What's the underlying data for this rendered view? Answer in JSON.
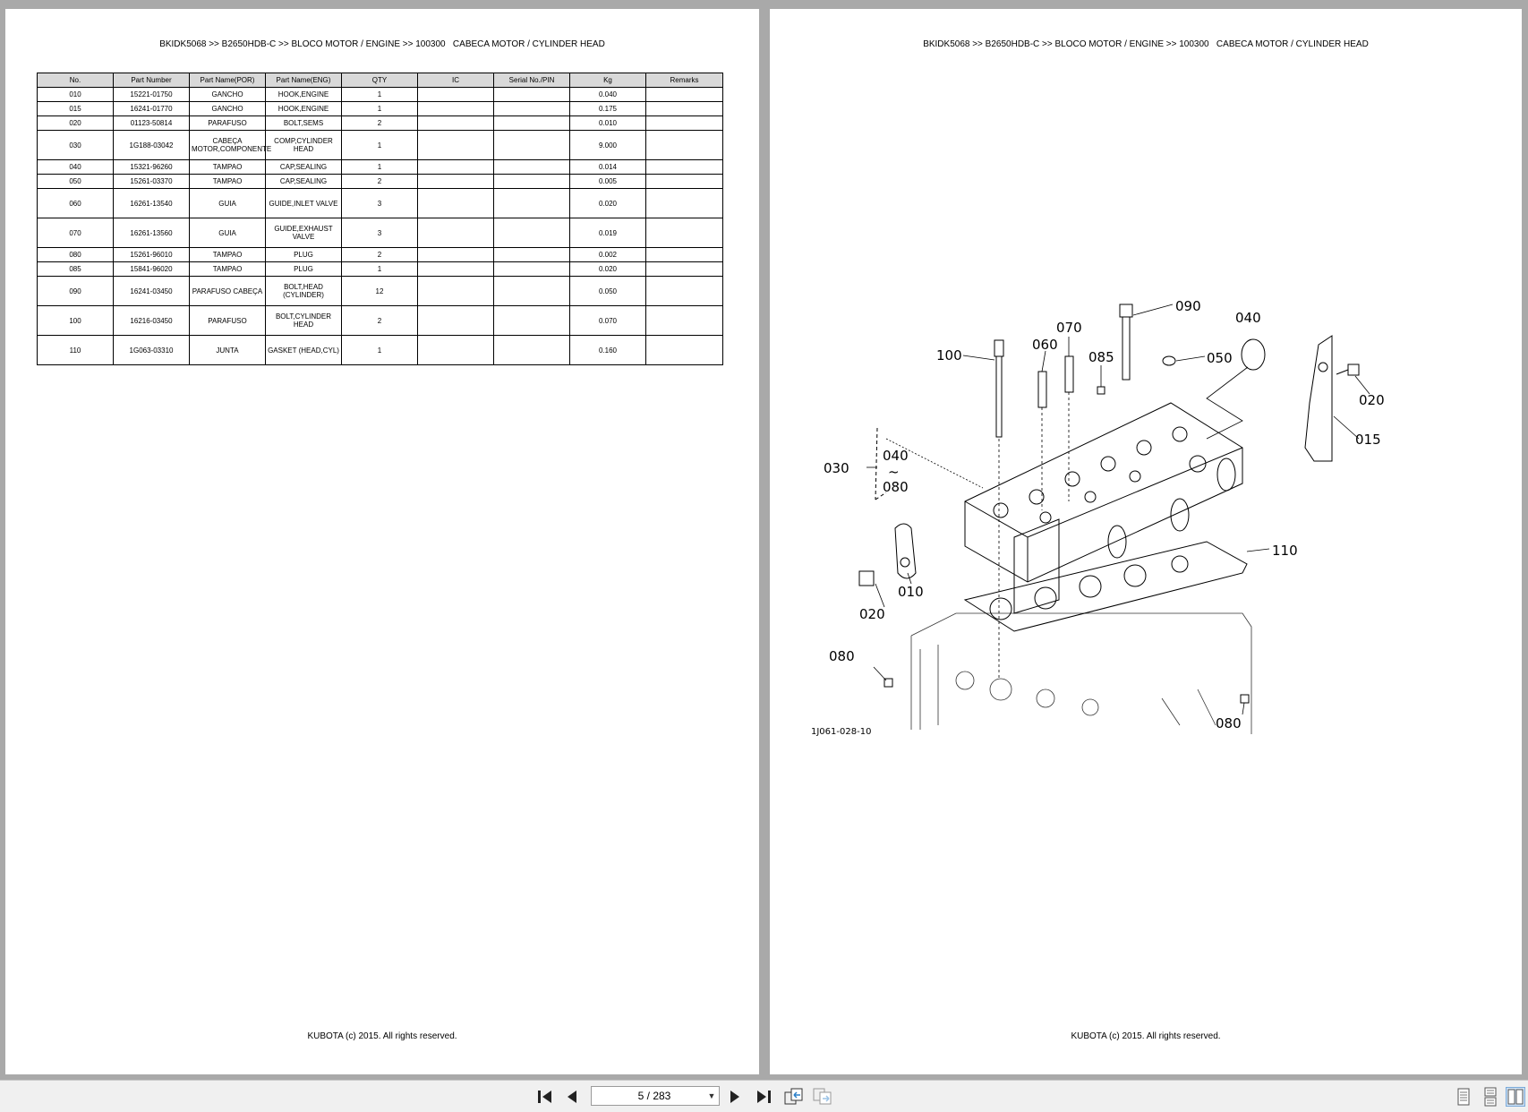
{
  "header": "BKIDK5068 >> B2650HDB-C >> BLOCO MOTOR / ENGINE >> 100300   CABECA MOTOR / CYLINDER HEAD",
  "footer": "KUBOTA (c) 2015. All rights reserved.",
  "table": {
    "columns": [
      "No.",
      "Part Number",
      "Part Name(POR)",
      "Part Name(ENG)",
      "QTY",
      "IC",
      "Serial No./PIN",
      "Kg",
      "Remarks"
    ],
    "rows": [
      {
        "no": "010",
        "part": "15221-01750",
        "por": "GANCHO",
        "eng": "HOOK,ENGINE",
        "qty": "1",
        "ic": "",
        "serial": "",
        "kg": "0.040",
        "remarks": "",
        "h": 1
      },
      {
        "no": "015",
        "part": "16241-01770",
        "por": "GANCHO",
        "eng": "HOOK,ENGINE",
        "qty": "1",
        "ic": "",
        "serial": "",
        "kg": "0.175",
        "remarks": "",
        "h": 1
      },
      {
        "no": "020",
        "part": "01123-50814",
        "por": "PARAFUSO",
        "eng": "BOLT,SEMS",
        "qty": "2",
        "ic": "",
        "serial": "",
        "kg": "0.010",
        "remarks": "",
        "h": 1
      },
      {
        "no": "030",
        "part": "1G188-03042",
        "por": "CABEÇA MOTOR,COMPONENTE",
        "eng": "COMP,CYLINDER HEAD",
        "qty": "1",
        "ic": "",
        "serial": "",
        "kg": "9.000",
        "remarks": "",
        "h": 3
      },
      {
        "no": "040",
        "part": "15321-96260",
        "por": "TAMPAO",
        "eng": "CAP,SEALING",
        "qty": "1",
        "ic": "",
        "serial": "",
        "kg": "0.014",
        "remarks": "",
        "h": 1
      },
      {
        "no": "050",
        "part": "15261-03370",
        "por": "TAMPAO",
        "eng": "CAP,SEALING",
        "qty": "2",
        "ic": "",
        "serial": "",
        "kg": "0.005",
        "remarks": "",
        "h": 1
      },
      {
        "no": "060",
        "part": "16261-13540",
        "por": "GUIA",
        "eng": "GUIDE,INLET VALVE",
        "qty": "3",
        "ic": "",
        "serial": "",
        "kg": "0.020",
        "remarks": "",
        "h": 2
      },
      {
        "no": "070",
        "part": "16261-13560",
        "por": "GUIA",
        "eng": "GUIDE,EXHAUST VALVE",
        "qty": "3",
        "ic": "",
        "serial": "",
        "kg": "0.019",
        "remarks": "",
        "h": 2
      },
      {
        "no": "080",
        "part": "15261-96010",
        "por": "TAMPAO",
        "eng": "PLUG",
        "qty": "2",
        "ic": "",
        "serial": "",
        "kg": "0.002",
        "remarks": "",
        "h": 1
      },
      {
        "no": "085",
        "part": "15841-96020",
        "por": "TAMPAO",
        "eng": "PLUG",
        "qty": "1",
        "ic": "",
        "serial": "",
        "kg": "0.020",
        "remarks": "",
        "h": 1
      },
      {
        "no": "090",
        "part": "16241-03450",
        "por": "PARAFUSO CABEÇA",
        "eng": "BOLT,HEAD (CYLINDER)",
        "qty": "12",
        "ic": "",
        "serial": "",
        "kg": "0.050",
        "remarks": "",
        "h": 2
      },
      {
        "no": "100",
        "part": "16216-03450",
        "por": "PARAFUSO",
        "eng": "BOLT,CYLINDER HEAD",
        "qty": "2",
        "ic": "",
        "serial": "",
        "kg": "0.070",
        "remarks": "",
        "h": 2
      },
      {
        "no": "110",
        "part": "1G063-03310",
        "por": "JUNTA",
        "eng": "GASKET (HEAD,CYL)",
        "qty": "1",
        "ic": "",
        "serial": "",
        "kg": "0.160",
        "remarks": "",
        "h": 2
      }
    ]
  },
  "diagram": {
    "callouts": {
      "c100": "100",
      "c060": "060",
      "c070": "070",
      "c085": "085",
      "c090": "090",
      "c050": "050",
      "c040": "040",
      "c020a": "020",
      "c015": "015",
      "c030": "030",
      "c040b": "040",
      "tilde": "~",
      "c080b": "080",
      "c110": "110",
      "c010": "010",
      "c020b": "020",
      "c080a": "080",
      "c080c": "080"
    },
    "code": "1J061-028-10"
  },
  "toolbar": {
    "page_indicator": "5 / 283"
  }
}
